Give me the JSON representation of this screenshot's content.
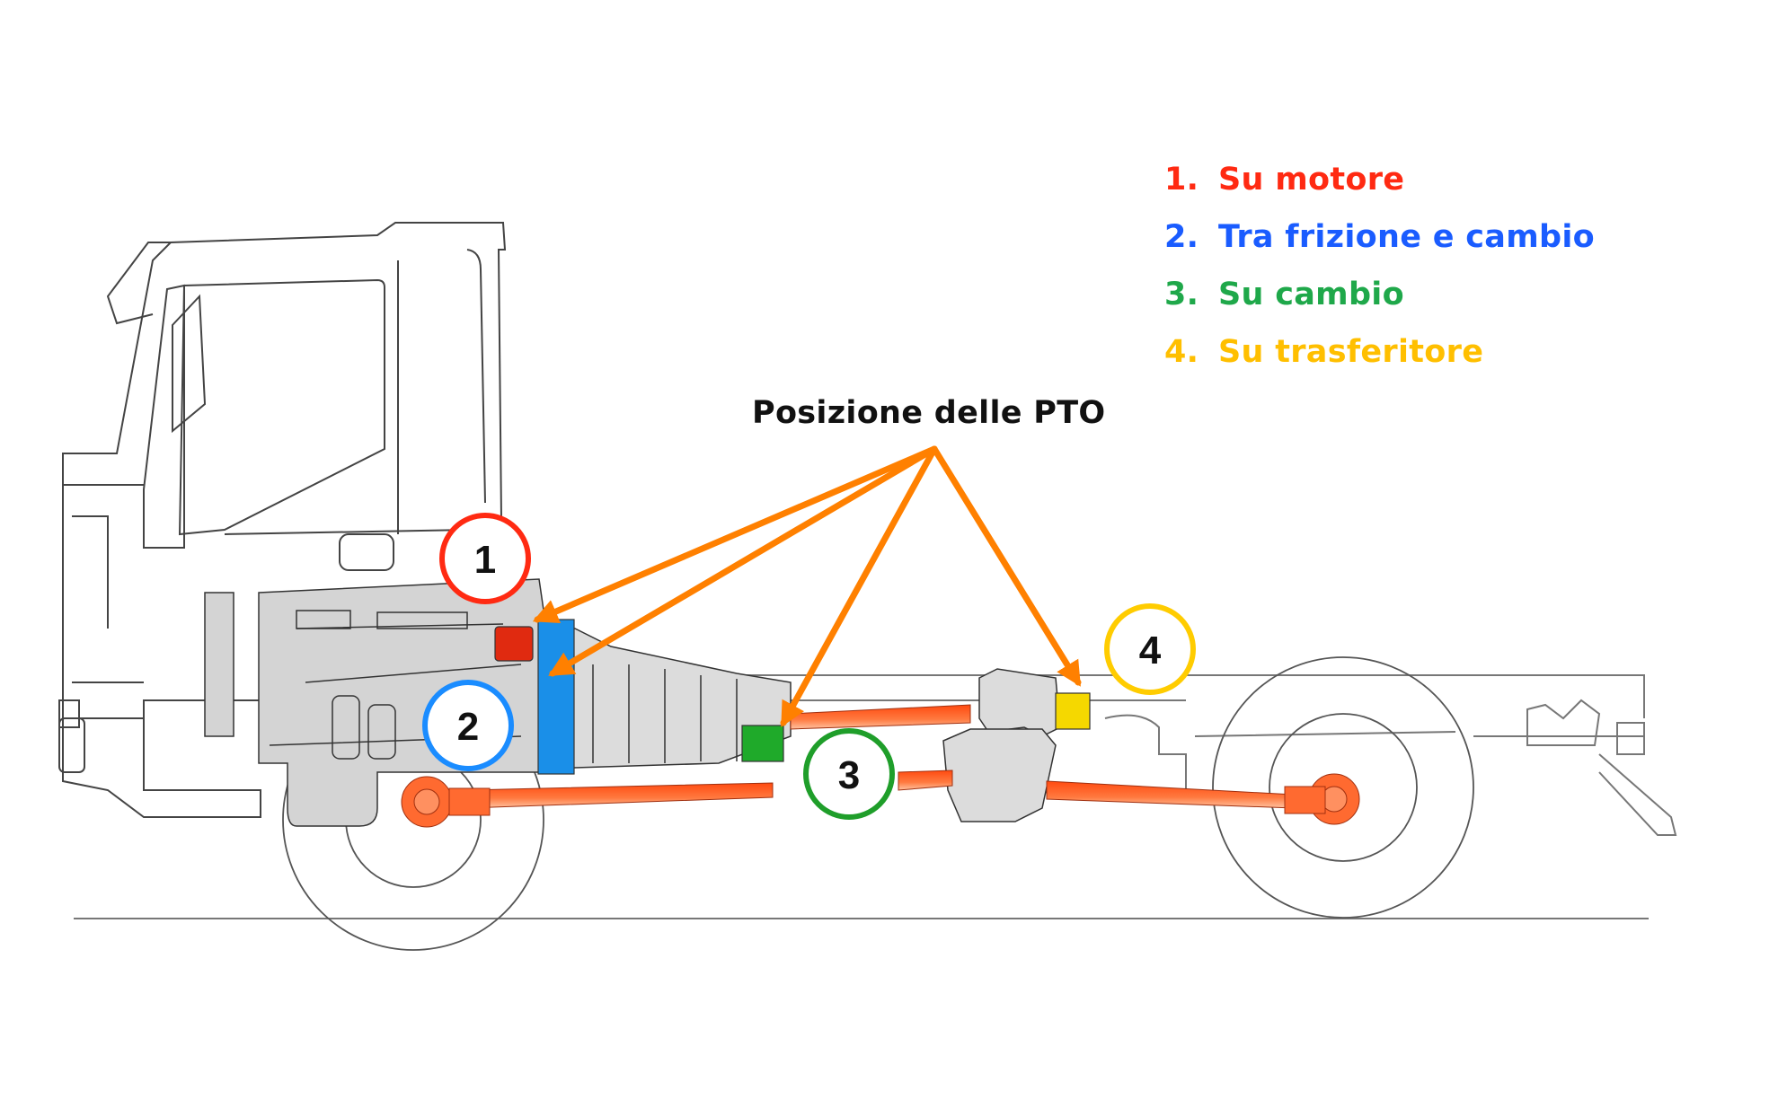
{
  "title": "Posizione delle PTO",
  "legend": [
    {
      "number": "1.",
      "label": "Su motore",
      "color": "#ff2a12"
    },
    {
      "number": "2.",
      "label": "Tra frizione e cambio",
      "color": "#1a5cff"
    },
    {
      "number": "3.",
      "label": "Su cambio",
      "color": "#1fa84a"
    },
    {
      "number": "4.",
      "label": "Su trasferitore",
      "color": "#ffbf00"
    }
  ],
  "markers": [
    {
      "number": "1",
      "position": "Su motore",
      "color": "#ff2a12"
    },
    {
      "number": "2",
      "position": "Tra frizione e cambio",
      "color": "#1a8cff"
    },
    {
      "number": "3",
      "position": "Su cambio",
      "color": "#1f9e2a"
    },
    {
      "number": "4",
      "position": "Su trasferitore",
      "color": "#ffcc00"
    }
  ],
  "colors": {
    "arrow": "#ff8000",
    "driveline": "#ff6a30",
    "engine_fill": "#d4d4d4",
    "outline": "#555555",
    "pto_engine": "#e02a10",
    "pto_clutch": "#1a8fe8",
    "pto_gearbox": "#1faa2a",
    "pto_transfer": "#f5d800"
  }
}
